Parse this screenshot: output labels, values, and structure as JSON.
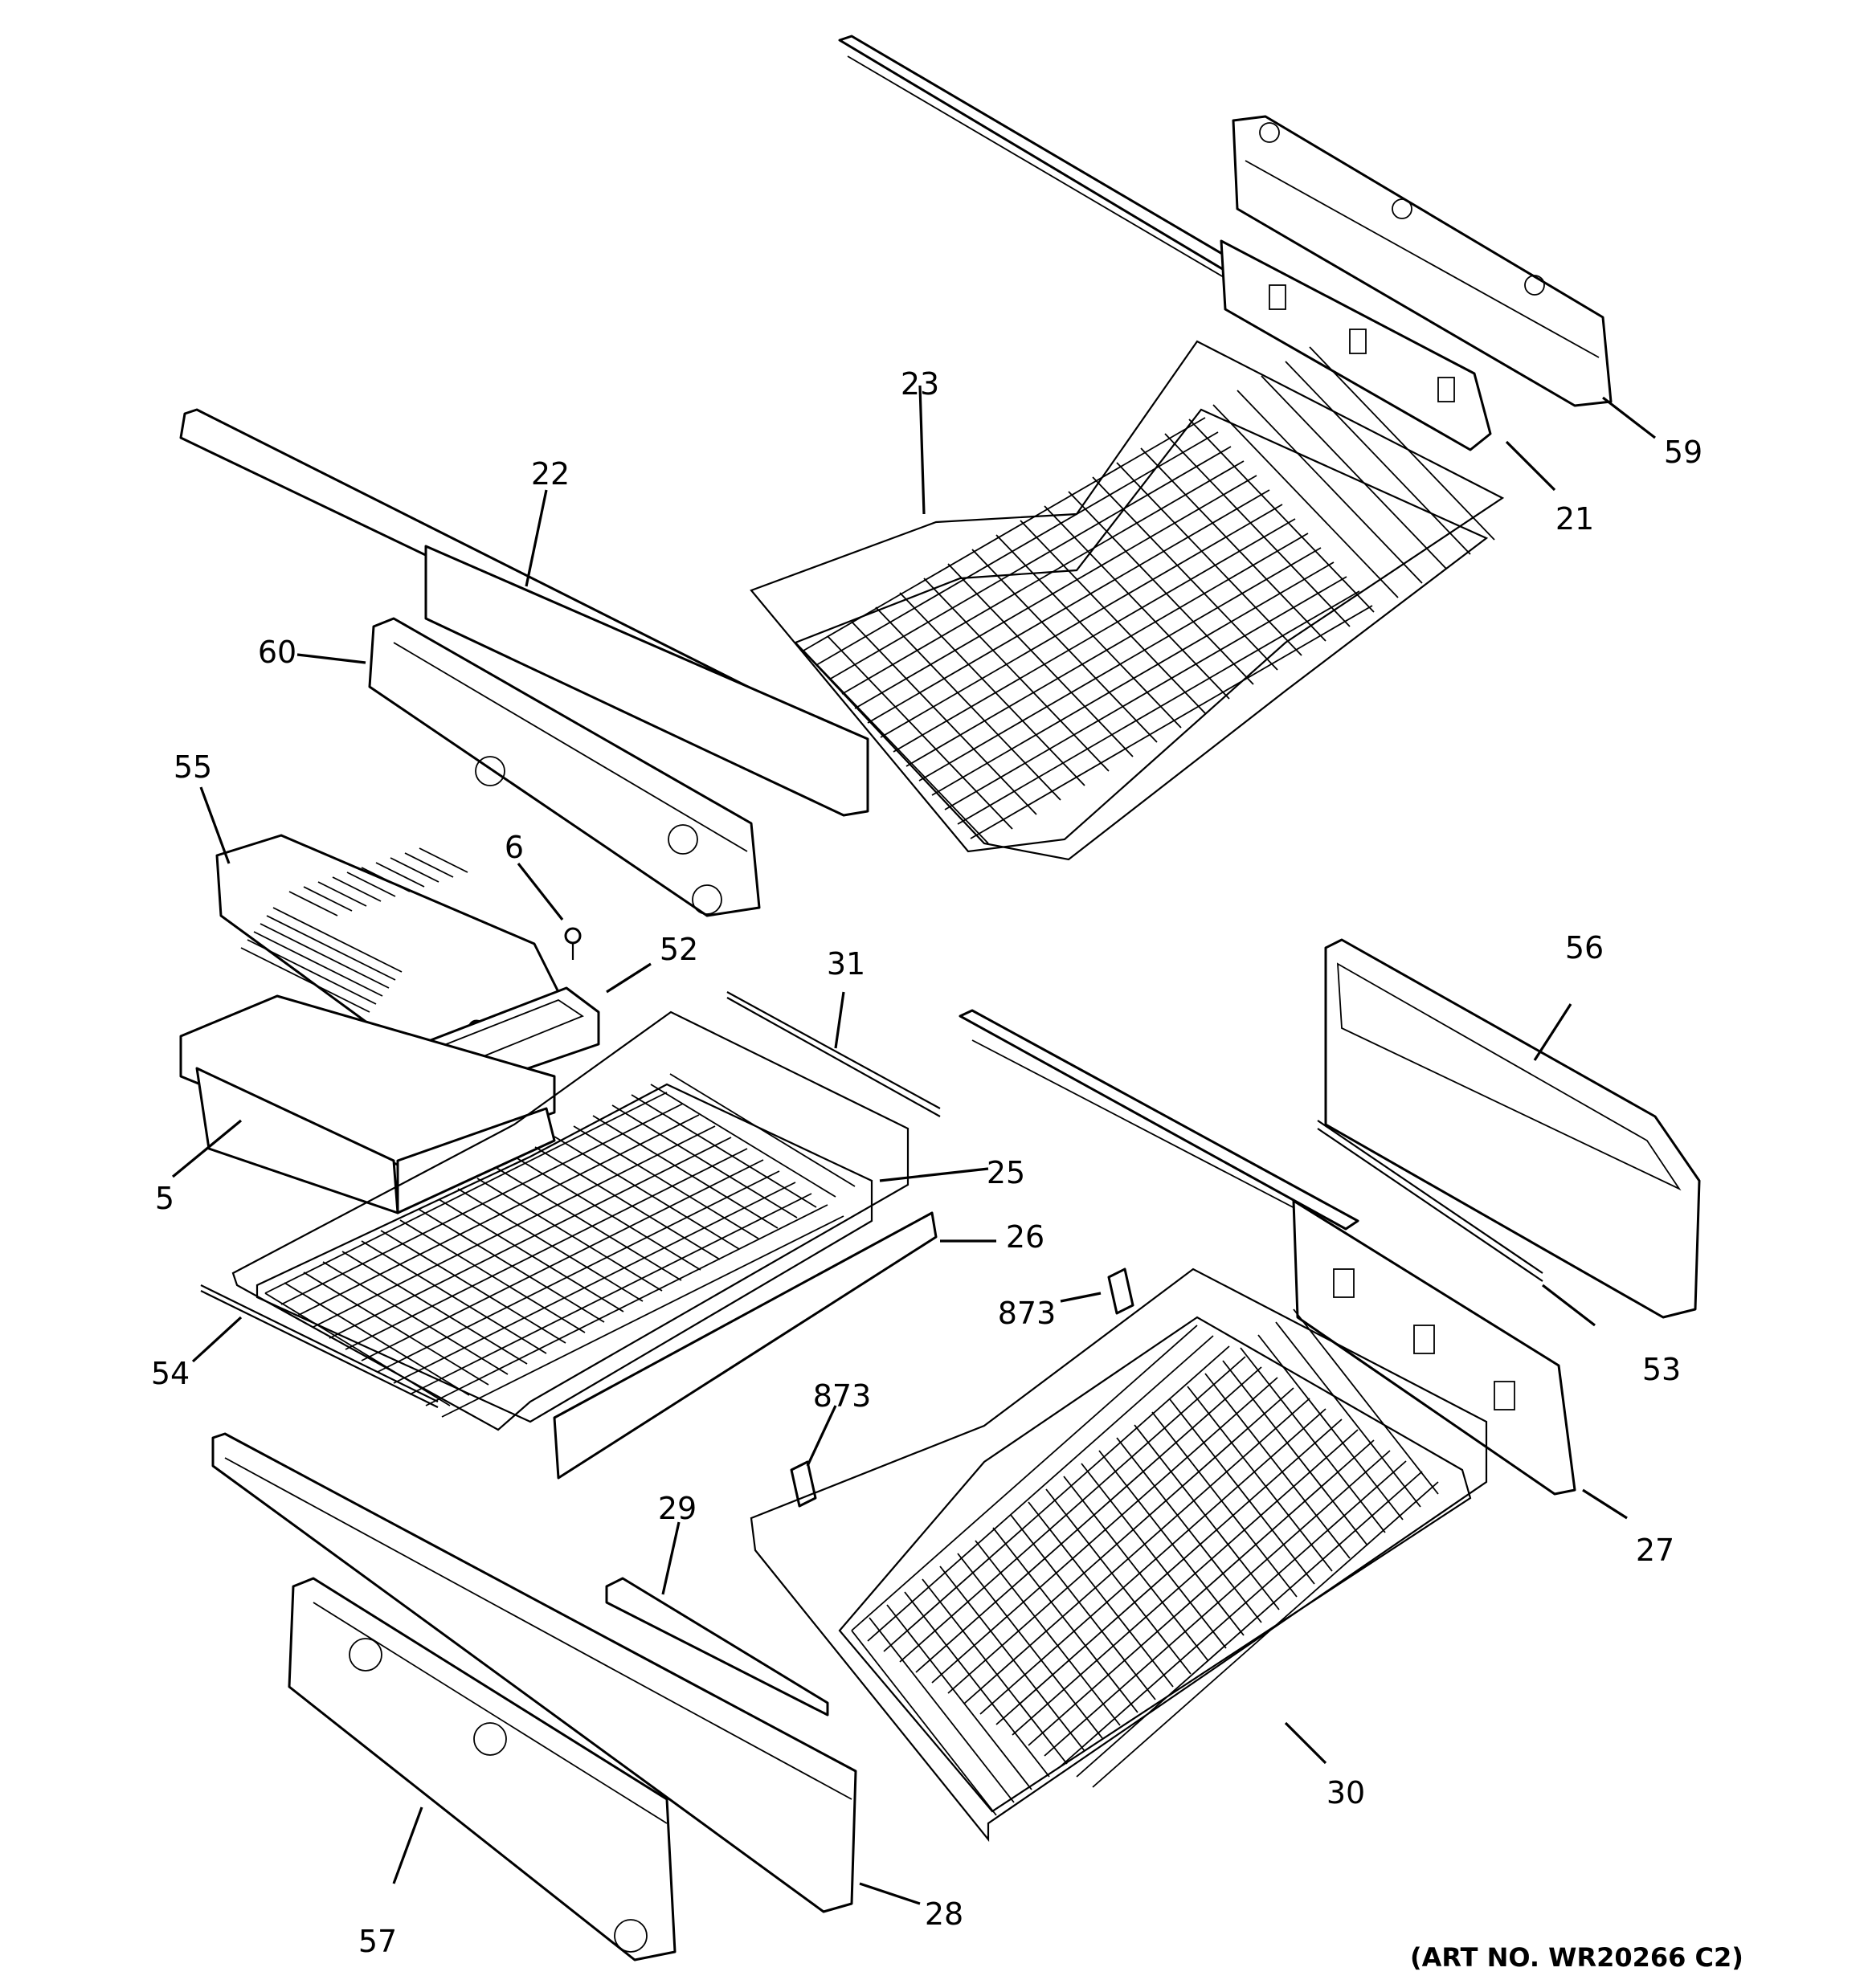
{
  "diagram": {
    "art_number": "(ART NO. WR20266 C2)",
    "callouts": [
      {
        "id": "59",
        "label": "59"
      },
      {
        "id": "21",
        "label": "21"
      },
      {
        "id": "23",
        "label": "23"
      },
      {
        "id": "22",
        "label": "22"
      },
      {
        "id": "60",
        "label": "60"
      },
      {
        "id": "55",
        "label": "55"
      },
      {
        "id": "6",
        "label": "6"
      },
      {
        "id": "52",
        "label": "52"
      },
      {
        "id": "31",
        "label": "31"
      },
      {
        "id": "56",
        "label": "56"
      },
      {
        "id": "25",
        "label": "25"
      },
      {
        "id": "5",
        "label": "5"
      },
      {
        "id": "26",
        "label": "26"
      },
      {
        "id": "873a",
        "label": "873"
      },
      {
        "id": "53",
        "label": "53"
      },
      {
        "id": "54",
        "label": "54"
      },
      {
        "id": "873b",
        "label": "873"
      },
      {
        "id": "29",
        "label": "29"
      },
      {
        "id": "27",
        "label": "27"
      },
      {
        "id": "30",
        "label": "30"
      },
      {
        "id": "28",
        "label": "28"
      },
      {
        "id": "57",
        "label": "57"
      }
    ]
  }
}
